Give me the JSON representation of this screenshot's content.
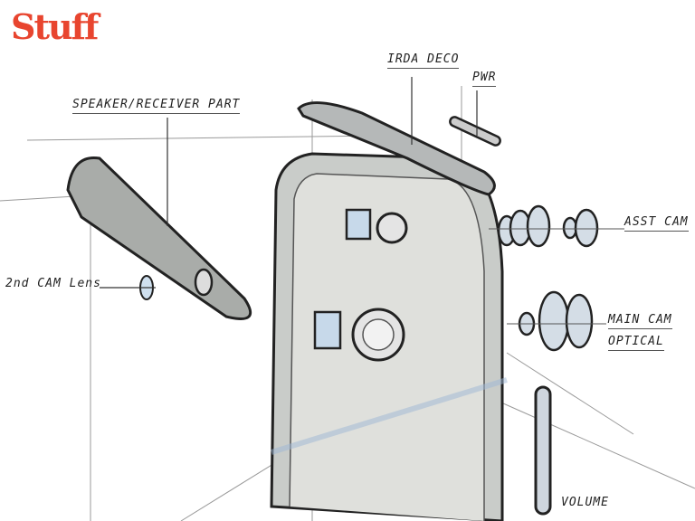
{
  "brand": {
    "logo": "Stuff",
    "color": "#e8452f"
  },
  "labels": {
    "irda_deco": "IRDA DECO",
    "pwr": "PWR",
    "speaker": "SPEAKER/RECEIVER PART",
    "second_cam": "2nd CAM Lens",
    "asst_cam": "ASST CAM",
    "main_cam": "MAIN CAM",
    "optical": "OPTICAL",
    "volume": "VOLUME"
  }
}
